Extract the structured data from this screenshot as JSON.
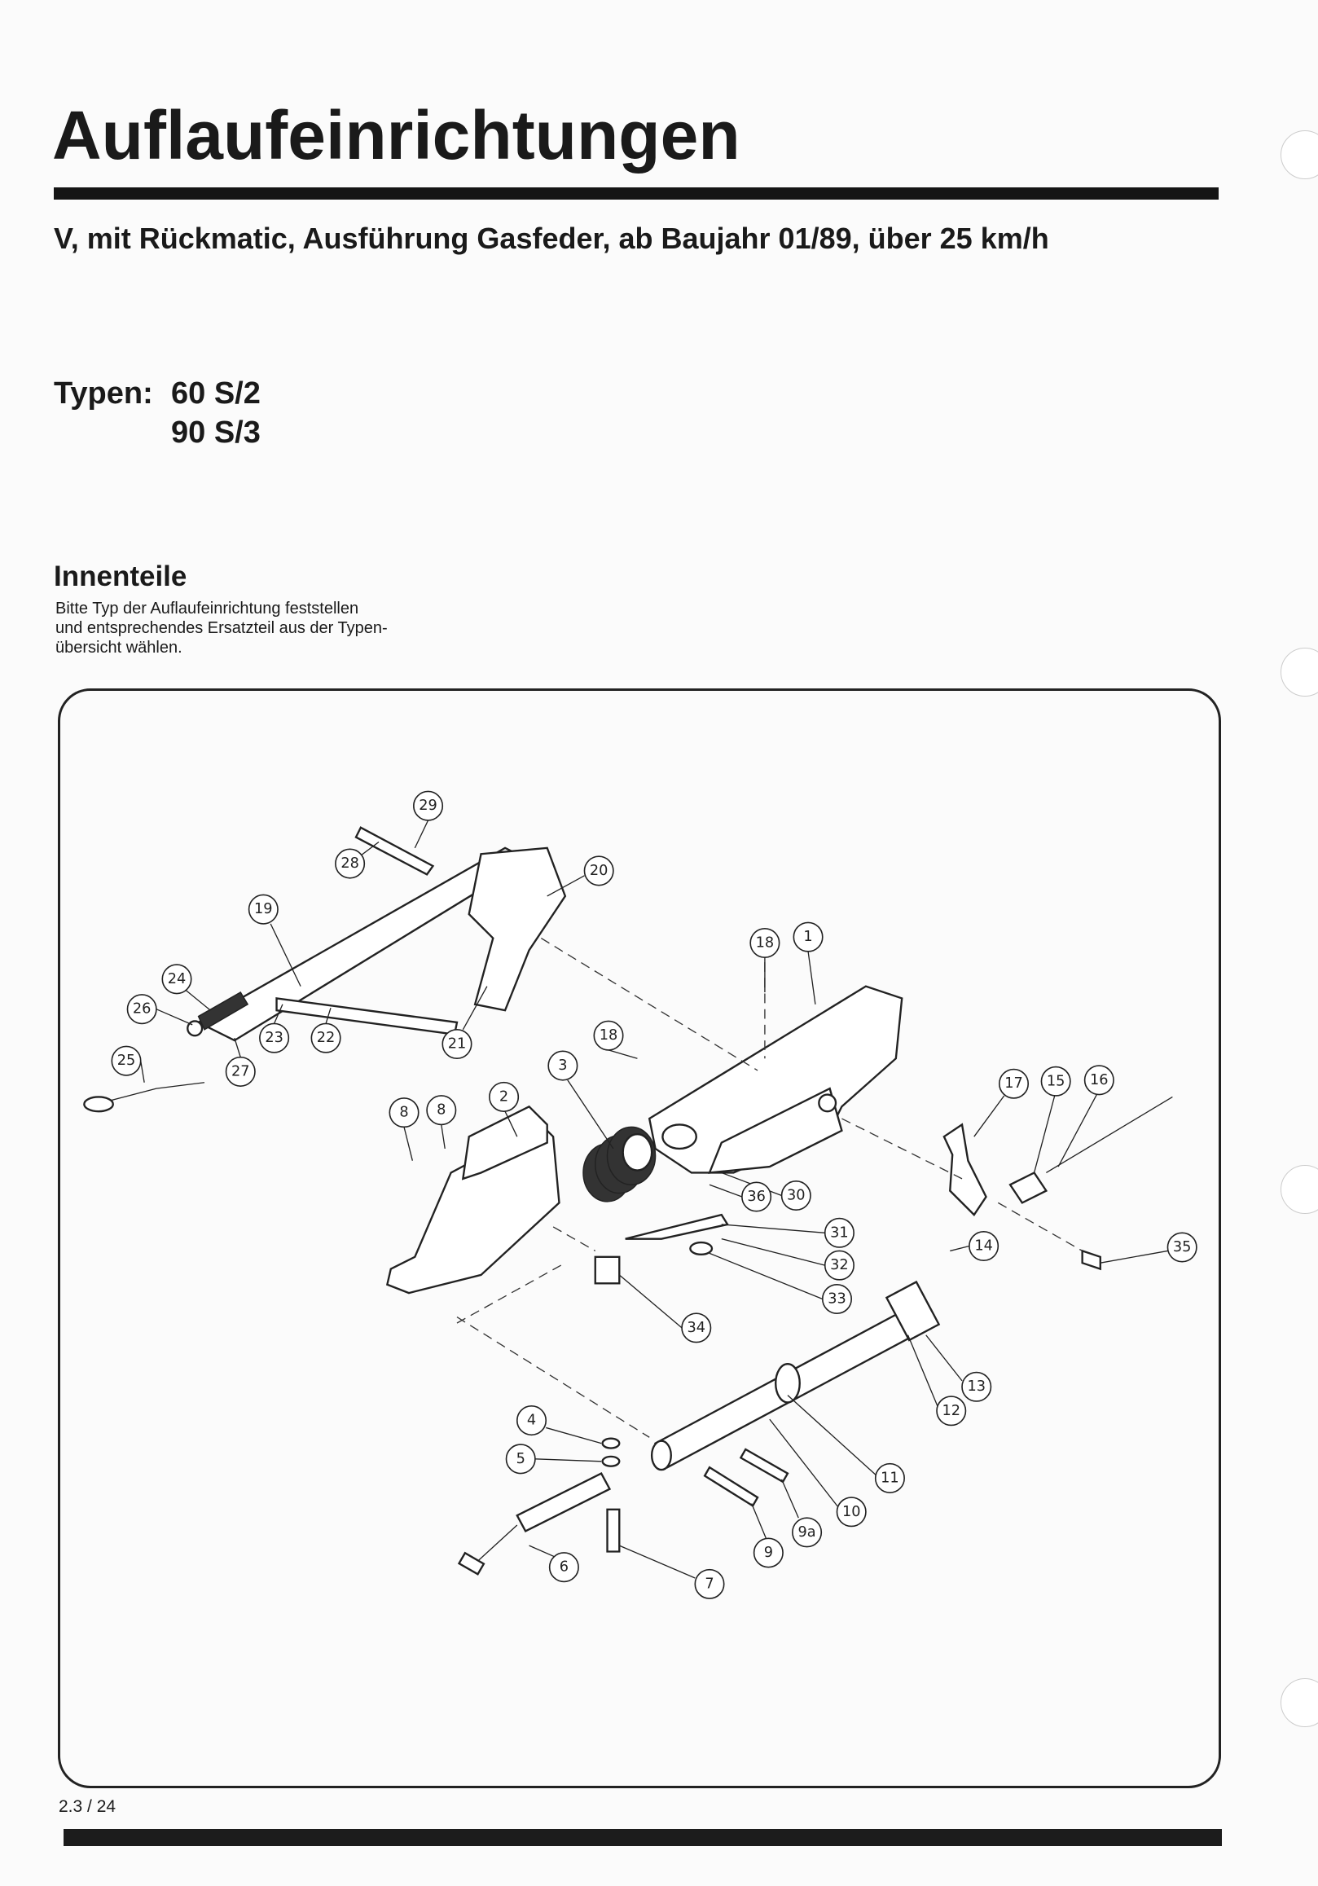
{
  "header": {
    "title": "Auflaufeinrichtungen",
    "subtitle": "V, mit Rückmatic, Ausführung Gasfeder, ab Baujahr 01/89, über 25 km/h"
  },
  "types": {
    "label": "Typen:",
    "values": [
      "60 S/2",
      "90 S/3"
    ]
  },
  "section": {
    "title": "Innenteile",
    "note_lines": [
      "Bitte Typ der Auflaufeinrichtung feststellen",
      "und entsprechendes Ersatzteil aus der Typen-",
      "übersicht wählen."
    ]
  },
  "diagram": {
    "callouts": [
      "29",
      "28",
      "20",
      "19",
      "18",
      "1",
      "24",
      "26",
      "23",
      "22",
      "21",
      "18",
      "3",
      "25",
      "27",
      "17",
      "15",
      "16",
      "2",
      "8",
      "8",
      "36",
      "30",
      "31",
      "32",
      "35",
      "14",
      "33",
      "34",
      "13",
      "12",
      "4",
      "5",
      "11",
      "10",
      "9a",
      "9",
      "6",
      "7"
    ]
  },
  "footer": {
    "page_number": "2.3 / 24"
  }
}
